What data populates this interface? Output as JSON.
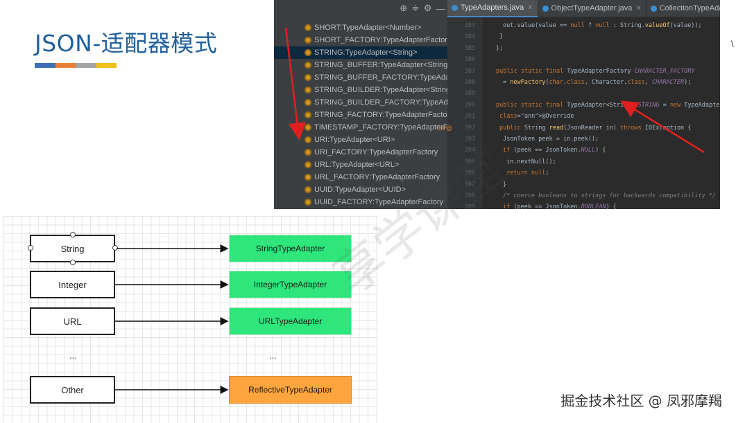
{
  "slide": {
    "title": "JSON-适配器模式",
    "bar_colors": [
      "#3d6fb6",
      "#e8803a",
      "#a5a5a5",
      "#f2c01b"
    ]
  },
  "ide": {
    "toolbar_icons": [
      "crosshair-icon",
      "collapse-icon",
      "gear-icon",
      "minimize-icon"
    ],
    "toolbar_glyphs": [
      "⊕",
      "≑",
      "⚙",
      "—"
    ],
    "tree_items": [
      "SHORT:TypeAdapter<Number>",
      "SHORT_FACTORY:TypeAdapterFactory",
      "STRING:TypeAdapter<String>",
      "STRING_BUFFER:TypeAdapter<StringBuffer>",
      "STRING_BUFFER_FACTORY:TypeAdapterFactory",
      "STRING_BUILDER:TypeAdapter<StringBuilder>",
      "STRING_BUILDER_FACTORY:TypeAdapterFactory",
      "STRING_FACTORY:TypeAdapterFactory",
      "TIMESTAMP_FACTORY:TypeAdapterFactory",
      "URI:TypeAdapter<URI>",
      "URI_FACTORY:TypeAdapterFactory",
      "URL:TypeAdapter<URL>",
      "URL_FACTORY:TypeAdapterFactory",
      "UUID:TypeAdapter<UUID>",
      "UUID_FACTORY:TypeAdapterFactory"
    ],
    "selected_index": 2,
    "tabs": [
      {
        "label": "TypeAdapters.java",
        "active": true
      },
      {
        "label": "ObjectTypeAdapter.java",
        "active": false
      },
      {
        "label": "CollectionTypeAdapterFactory.java",
        "active": false
      }
    ],
    "code_lines": [
      {
        "num": "383",
        "code": "out.value(value == null ? null : String.valueOf(value));"
      },
      {
        "num": "384",
        "code": "}"
      },
      {
        "num": "385",
        "code": "};"
      },
      {
        "num": "386",
        "code": ""
      },
      {
        "num": "387",
        "code": "public static final TypeAdapterFactory CHARACTER_FACTORY"
      },
      {
        "num": "388",
        "code": "= newFactory(char.class, Character.class, CHARACTER);"
      },
      {
        "num": "389",
        "code": ""
      },
      {
        "num": "390",
        "code": "public static final TypeAdapter<String> STRING = new TypeAdapter<String"
      },
      {
        "num": "391",
        "code": "@Override"
      },
      {
        "num": "392",
        "code": "public String read(JsonReader in) throws IOException {"
      },
      {
        "num": "393",
        "code": "JsonToken peek = in.peek();"
      },
      {
        "num": "394",
        "code": "if (peek == JsonToken.NULL) {"
      },
      {
        "num": "395",
        "code": "in.nextNull();"
      },
      {
        "num": "396",
        "code": "return null;"
      },
      {
        "num": "397",
        "code": "}"
      },
      {
        "num": "398",
        "code": "/* coerce booleans to strings for backwards compatibility */"
      },
      {
        "num": "399",
        "code": "if (peek == JsonToken.BOOLEAN) {"
      }
    ],
    "gutter_mark": "of @"
  },
  "diagram": {
    "types": [
      "String",
      "Integer",
      "URL",
      "...",
      "Other"
    ],
    "adapters": [
      "StringTypeAdapter",
      "IntegerTypeAdapter",
      "URLTypeAdapter",
      "...",
      "ReflectiveTypeAdapter"
    ],
    "adapter_color": "#2ee67b",
    "fallback_color": "#ffa53d"
  },
  "watermark": {
    "text": "享学课堂"
  },
  "credit": "掘金技术社区 @ 凤邪摩羯",
  "edge_glyph": "\\"
}
